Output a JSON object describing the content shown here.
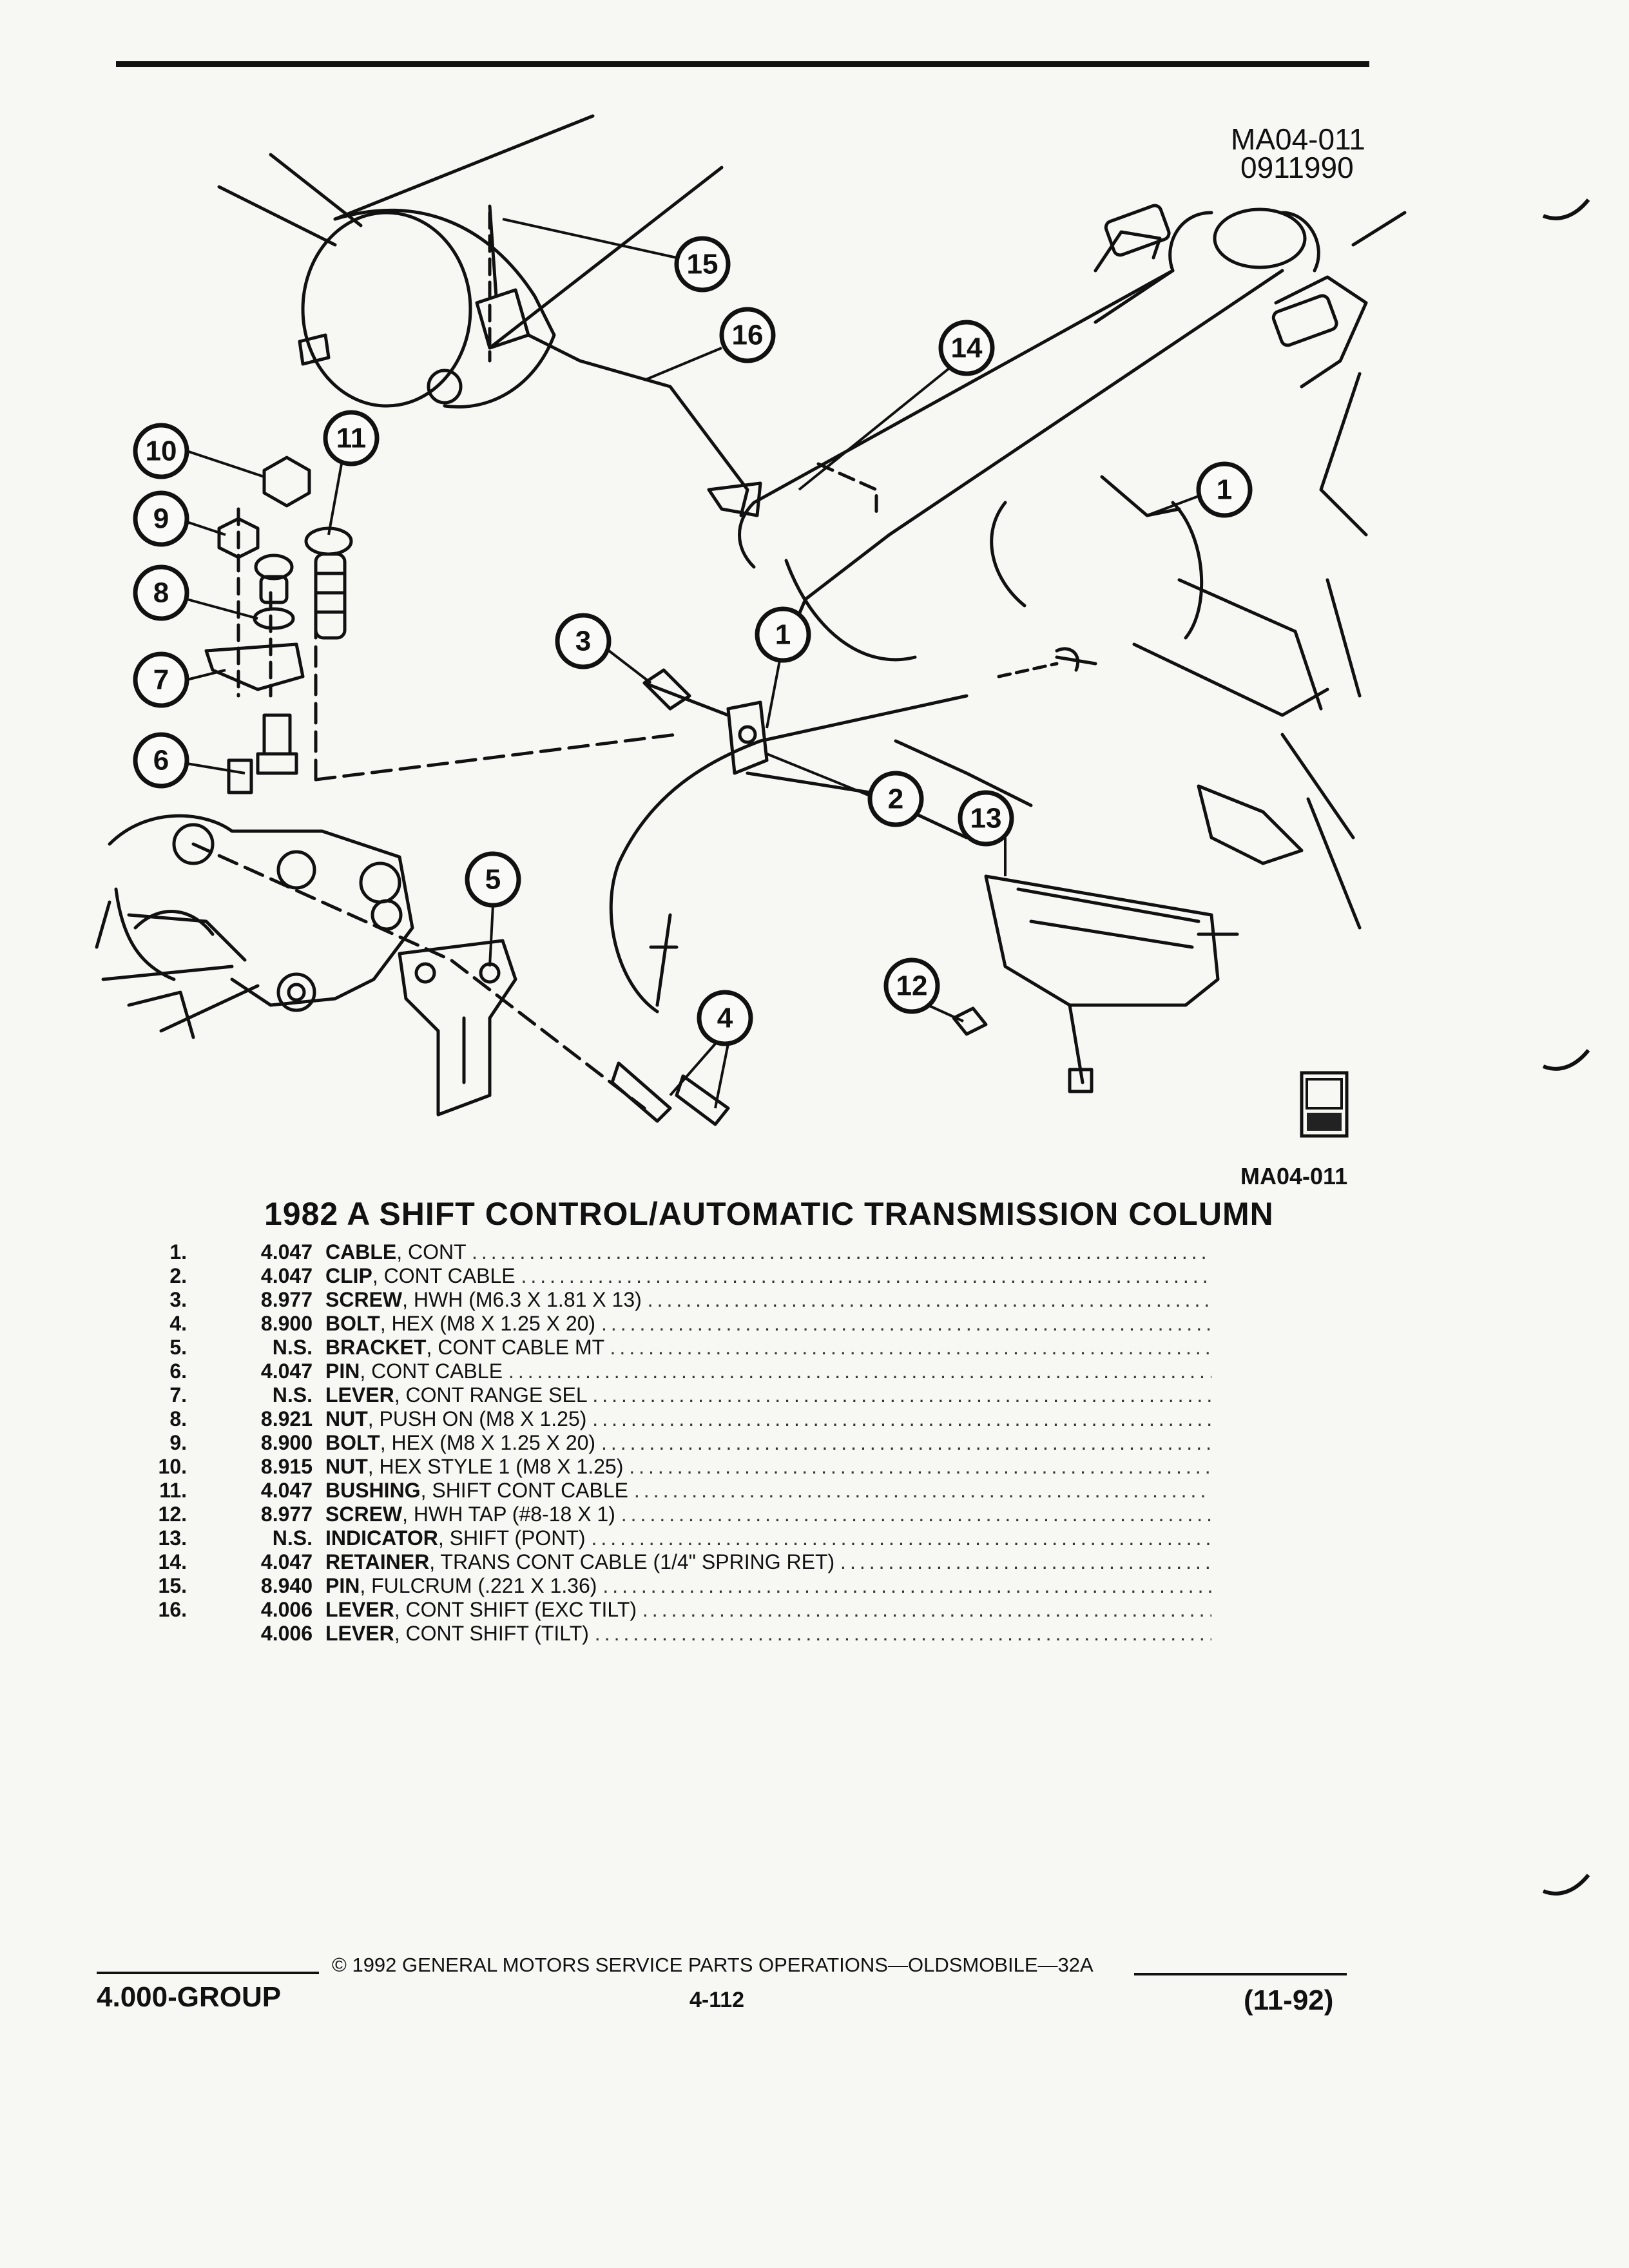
{
  "figure": {
    "code_top": "MA04-011",
    "date_code": "0911990",
    "code_bottom": "MA04-011",
    "logo": "gm-spo-logo",
    "callouts": [
      "1",
      "1",
      "2",
      "3",
      "4",
      "5",
      "6",
      "7",
      "8",
      "9",
      "10",
      "11",
      "12",
      "13",
      "14",
      "15",
      "16"
    ]
  },
  "title": "1982 A SHIFT CONTROL/AUTOMATIC TRANSMISSION COLUMN",
  "parts": [
    {
      "idx": "1.",
      "num": "4.047",
      "name": "CABLE",
      "spec": ", CONT"
    },
    {
      "idx": "2.",
      "num": "4.047",
      "name": "CLIP",
      "spec": ", CONT CABLE"
    },
    {
      "idx": "3.",
      "num": "8.977",
      "name": "SCREW",
      "spec": ", HWH (M6.3 X 1.81 X 13)"
    },
    {
      "idx": "4.",
      "num": "8.900",
      "name": "BOLT",
      "spec": ", HEX (M8 X 1.25 X 20)"
    },
    {
      "idx": "5.",
      "num": "N.S.",
      "name": "BRACKET",
      "spec": ", CONT CABLE MT"
    },
    {
      "idx": "6.",
      "num": "4.047",
      "name": "PIN",
      "spec": ", CONT CABLE"
    },
    {
      "idx": "7.",
      "num": "N.S.",
      "name": "LEVER",
      "spec": ", CONT RANGE SEL"
    },
    {
      "idx": "8.",
      "num": "8.921",
      "name": "NUT",
      "spec": ", PUSH ON (M8 X 1.25)"
    },
    {
      "idx": "9.",
      "num": "8.900",
      "name": "BOLT",
      "spec": ", HEX (M8 X 1.25 X 20)"
    },
    {
      "idx": "10.",
      "num": "8.915",
      "name": "NUT",
      "spec": ", HEX STYLE 1 (M8 X 1.25)"
    },
    {
      "idx": "11.",
      "num": "4.047",
      "name": "BUSHING",
      "spec": ", SHIFT CONT CABLE"
    },
    {
      "idx": "12.",
      "num": "8.977",
      "name": "SCREW",
      "spec": ", HWH TAP (#8-18 X 1)"
    },
    {
      "idx": "13.",
      "num": "N.S.",
      "name": "INDICATOR",
      "spec": ", SHIFT (PONT)"
    },
    {
      "idx": "14.",
      "num": "4.047",
      "name": "RETAINER",
      "spec": ", TRANS CONT CABLE (1/4\" SPRING RET)"
    },
    {
      "idx": "15.",
      "num": "8.940",
      "name": "PIN",
      "spec": ", FULCRUM (.221 X 1.36)"
    },
    {
      "idx": "16.",
      "num": "4.006",
      "name": "LEVER",
      "spec": ", CONT SHIFT (EXC TILT)"
    },
    {
      "idx": "",
      "num": "4.006",
      "name": "LEVER",
      "spec": ", CONT SHIFT (TILT)"
    }
  ],
  "footer": {
    "group": "4.000-GROUP",
    "copyright": "© 1992 GENERAL MOTORS SERVICE PARTS OPERATIONS—OLDSMOBILE—32A",
    "page": "4-112",
    "date": "(11-92)"
  },
  "dots": "......................................................................................................"
}
